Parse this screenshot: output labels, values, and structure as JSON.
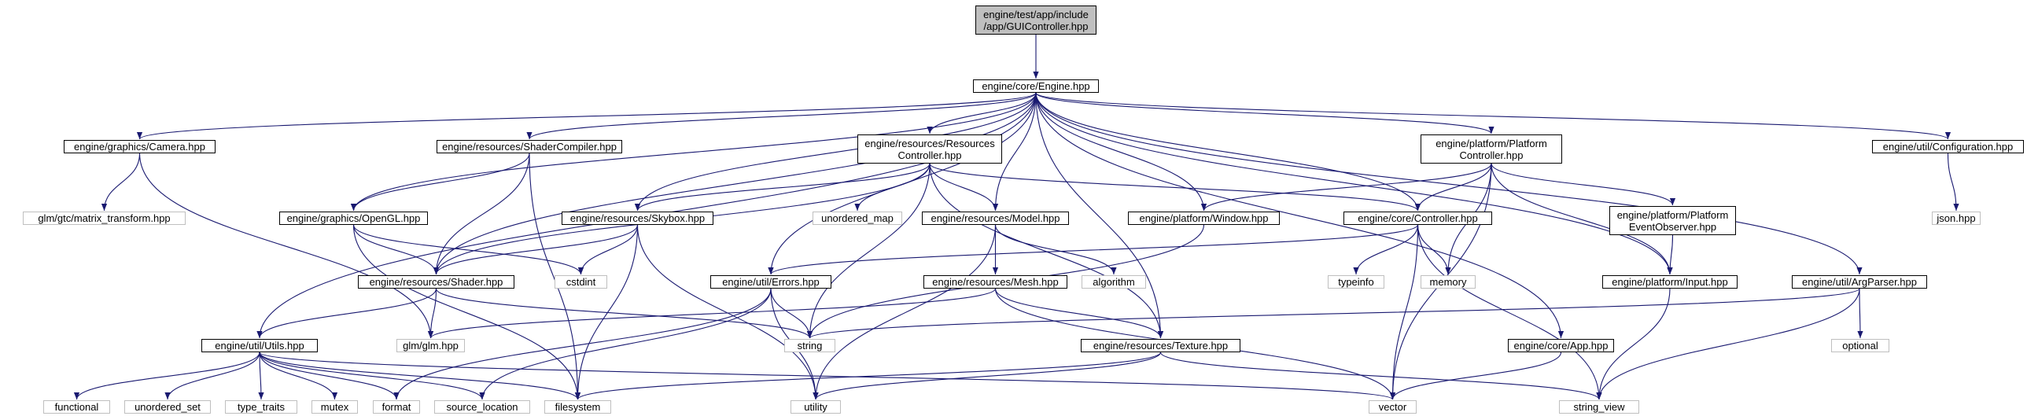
{
  "diagram": {
    "title": "",
    "root": "gui",
    "nodes": [
      {
        "id": "gui",
        "kind": "root",
        "label": "engine/test/app/include\n/app/GUIController.hpp"
      },
      {
        "id": "engine",
        "kind": "doc",
        "label": "engine/core/Engine.hpp"
      },
      {
        "id": "camera",
        "kind": "doc",
        "label": "engine/graphics/Camera.hpp"
      },
      {
        "id": "shadercompiler",
        "kind": "doc",
        "label": "engine/resources/ShaderCompiler.hpp"
      },
      {
        "id": "rescontroller",
        "kind": "doc",
        "label": "engine/resources/Resources\nController.hpp"
      },
      {
        "id": "platcontroller",
        "kind": "doc",
        "label": "engine/platform/Platform\nController.hpp"
      },
      {
        "id": "configuration",
        "kind": "doc",
        "label": "engine/util/Configuration.hpp"
      },
      {
        "id": "glm_mt",
        "kind": "ext",
        "label": "glm/gtc/matrix_transform.hpp"
      },
      {
        "id": "opengl",
        "kind": "doc",
        "label": "engine/graphics/OpenGL.hpp"
      },
      {
        "id": "skybox",
        "kind": "doc",
        "label": "engine/resources/Skybox.hpp"
      },
      {
        "id": "unordered_map",
        "kind": "ext",
        "label": "unordered_map"
      },
      {
        "id": "model",
        "kind": "doc",
        "label": "engine/resources/Model.hpp"
      },
      {
        "id": "window",
        "kind": "doc",
        "label": "engine/platform/Window.hpp"
      },
      {
        "id": "controller",
        "kind": "doc",
        "label": "engine/core/Controller.hpp"
      },
      {
        "id": "eventobserver",
        "kind": "doc",
        "label": "engine/platform/Platform\nEventObserver.hpp"
      },
      {
        "id": "json",
        "kind": "ext",
        "label": "json.hpp"
      },
      {
        "id": "cstdint",
        "kind": "ext",
        "label": "cstdint"
      },
      {
        "id": "shader",
        "kind": "doc",
        "label": "engine/resources/Shader.hpp"
      },
      {
        "id": "errors",
        "kind": "doc",
        "label": "engine/util/Errors.hpp"
      },
      {
        "id": "mesh",
        "kind": "doc",
        "label": "engine/resources/Mesh.hpp"
      },
      {
        "id": "algorithm",
        "kind": "ext",
        "label": "algorithm"
      },
      {
        "id": "typeinfo",
        "kind": "ext",
        "label": "typeinfo"
      },
      {
        "id": "memory",
        "kind": "ext",
        "label": "memory"
      },
      {
        "id": "input",
        "kind": "doc",
        "label": "engine/platform/Input.hpp"
      },
      {
        "id": "argparser",
        "kind": "doc",
        "label": "engine/util/ArgParser.hpp"
      },
      {
        "id": "utils",
        "kind": "doc",
        "label": "engine/util/Utils.hpp"
      },
      {
        "id": "glm",
        "kind": "ext",
        "label": "glm/glm.hpp"
      },
      {
        "id": "string",
        "kind": "ext",
        "label": "string"
      },
      {
        "id": "texture",
        "kind": "doc",
        "label": "engine/resources/Texture.hpp"
      },
      {
        "id": "app",
        "kind": "doc",
        "label": "engine/core/App.hpp"
      },
      {
        "id": "optional",
        "kind": "ext",
        "label": "optional"
      },
      {
        "id": "functional",
        "kind": "ext",
        "label": "functional"
      },
      {
        "id": "unordered_set",
        "kind": "ext",
        "label": "unordered_set"
      },
      {
        "id": "type_traits",
        "kind": "ext",
        "label": "type_traits"
      },
      {
        "id": "mutex",
        "kind": "ext",
        "label": "mutex"
      },
      {
        "id": "format",
        "kind": "ext",
        "label": "format"
      },
      {
        "id": "source_location",
        "kind": "ext",
        "label": "source_location"
      },
      {
        "id": "filesystem",
        "kind": "ext",
        "label": "filesystem"
      },
      {
        "id": "utility",
        "kind": "ext",
        "label": "utility"
      },
      {
        "id": "vector",
        "kind": "ext",
        "label": "vector"
      },
      {
        "id": "string_view",
        "kind": "ext",
        "label": "string_view"
      }
    ],
    "edges": [
      [
        "gui",
        "engine"
      ],
      [
        "engine",
        "camera"
      ],
      [
        "engine",
        "shadercompiler"
      ],
      [
        "engine",
        "rescontroller"
      ],
      [
        "engine",
        "platcontroller"
      ],
      [
        "engine",
        "configuration"
      ],
      [
        "engine",
        "opengl"
      ],
      [
        "engine",
        "skybox"
      ],
      [
        "engine",
        "model"
      ],
      [
        "engine",
        "window"
      ],
      [
        "engine",
        "controller"
      ],
      [
        "engine",
        "shader"
      ],
      [
        "engine",
        "errors"
      ],
      [
        "engine",
        "utils"
      ],
      [
        "engine",
        "texture"
      ],
      [
        "engine",
        "input"
      ],
      [
        "engine",
        "argparser"
      ],
      [
        "engine",
        "app"
      ],
      [
        "camera",
        "glm_mt"
      ],
      [
        "camera",
        "glm"
      ],
      [
        "shadercompiler",
        "opengl"
      ],
      [
        "shadercompiler",
        "shader"
      ],
      [
        "shadercompiler",
        "filesystem"
      ],
      [
        "rescontroller",
        "skybox"
      ],
      [
        "rescontroller",
        "unordered_map"
      ],
      [
        "rescontroller",
        "model"
      ],
      [
        "rescontroller",
        "controller"
      ],
      [
        "rescontroller",
        "shader"
      ],
      [
        "rescontroller",
        "string"
      ],
      [
        "rescontroller",
        "texture"
      ],
      [
        "platcontroller",
        "window"
      ],
      [
        "platcontroller",
        "controller"
      ],
      [
        "platcontroller",
        "eventobserver"
      ],
      [
        "platcontroller",
        "memory"
      ],
      [
        "platcontroller",
        "input"
      ],
      [
        "platcontroller",
        "vector"
      ],
      [
        "configuration",
        "json"
      ],
      [
        "opengl",
        "shader"
      ],
      [
        "opengl",
        "cstdint"
      ],
      [
        "opengl",
        "filesystem"
      ],
      [
        "skybox",
        "shader"
      ],
      [
        "skybox",
        "cstdint"
      ],
      [
        "skybox",
        "filesystem"
      ],
      [
        "skybox",
        "utility"
      ],
      [
        "model",
        "mesh"
      ],
      [
        "model",
        "algorithm"
      ],
      [
        "model",
        "utility"
      ],
      [
        "window",
        "string"
      ],
      [
        "controller",
        "errors"
      ],
      [
        "controller",
        "typeinfo"
      ],
      [
        "controller",
        "memory"
      ],
      [
        "controller",
        "vector"
      ],
      [
        "controller",
        "string_view"
      ],
      [
        "eventobserver",
        "input"
      ],
      [
        "shader",
        "utils"
      ],
      [
        "shader",
        "glm"
      ],
      [
        "shader",
        "string"
      ],
      [
        "errors",
        "string"
      ],
      [
        "errors",
        "format"
      ],
      [
        "errors",
        "source_location"
      ],
      [
        "errors",
        "utility"
      ],
      [
        "mesh",
        "glm"
      ],
      [
        "mesh",
        "texture"
      ],
      [
        "mesh",
        "vector"
      ],
      [
        "input",
        "string_view"
      ],
      [
        "argparser",
        "string"
      ],
      [
        "argparser",
        "optional"
      ],
      [
        "argparser",
        "string_view"
      ],
      [
        "utils",
        "functional"
      ],
      [
        "utils",
        "unordered_set"
      ],
      [
        "utils",
        "type_traits"
      ],
      [
        "utils",
        "mutex"
      ],
      [
        "utils",
        "format"
      ],
      [
        "utils",
        "source_location"
      ],
      [
        "utils",
        "filesystem"
      ],
      [
        "utils",
        "vector"
      ],
      [
        "texture",
        "filesystem"
      ],
      [
        "texture",
        "utility"
      ],
      [
        "texture",
        "string_view"
      ],
      [
        "app",
        "vector"
      ]
    ],
    "colors": {
      "edge": "#191970",
      "ext_border": "#bfbfbf",
      "root_fill": "#bfbfbf",
      "node_border": "#000000"
    }
  }
}
